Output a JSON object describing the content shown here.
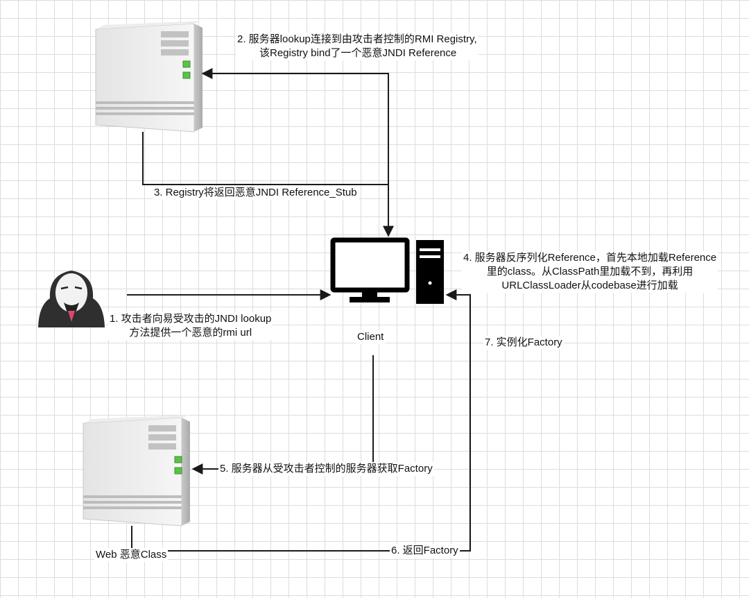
{
  "labels": {
    "step1": [
      "1. 攻击者向易受攻击的JNDI lookup",
      "方法提供一个恶意的rmi url"
    ],
    "step2": [
      "2. 服务器lookup连接到由攻击者控制的RMI Registry,",
      "该Registry bind了一个恶意JNDI Reference"
    ],
    "step3": "3. Registry将返回恶意JNDI Reference_Stub",
    "step4": [
      "4. 服务器反序列化Reference，首先本地加载Reference",
      "里的class。从ClassPath里加载不到，再利用",
      "URLClassLoader从codebase进行加载"
    ],
    "step5": "5. 服务器从受攻击者控制的服务器获取Factory",
    "step6": "6. 返回Factory",
    "step7": "7. 实例化Factory",
    "client": "Client",
    "web_server": "Web 恶意Class"
  },
  "icons": {
    "registry_server": "server-tower-icon",
    "web_server": "server-tower-icon",
    "client_monitor": "monitor-icon",
    "client_tower": "pc-tower-icon",
    "attacker": "hacker-mask-icon"
  },
  "colors": {
    "line": "#1a1a1a",
    "server_led": "#5cc24a",
    "grid": "#dcdcdc"
  }
}
